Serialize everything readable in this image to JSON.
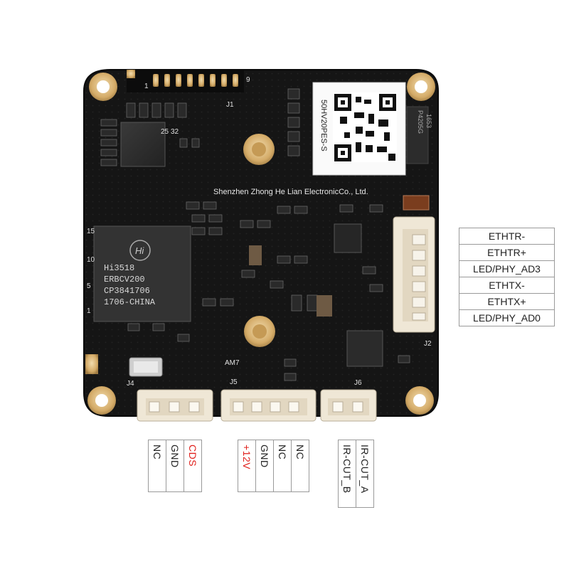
{
  "board": {
    "brand_text": "Shenzhen Zhong He Lian ElectronicCo., Ltd.",
    "soc_label_lines": [
      "Hi3518",
      "ERBCV200",
      "CP3841706",
      "1706-CHINA"
    ],
    "qr_caption": "50HV20PES-S",
    "connector_labels": [
      "J1",
      "J2",
      "J4",
      "J5",
      "J6"
    ],
    "silk_numbers": [
      "9",
      "1",
      "15",
      "10",
      "5",
      "1",
      "25",
      "32"
    ],
    "side_chip_text": [
      "P4205G",
      "1653"
    ],
    "small_chip_text": "AM7"
  },
  "right_pinout": [
    "ETHTR-",
    "ETHTR+",
    "LED/PHY_AD3",
    "ETHTX-",
    "ETHTX+",
    "LED/PHY_AD0"
  ],
  "j4_pinout": [
    {
      "label": "NC",
      "color": "#222222"
    },
    {
      "label": "GND",
      "color": "#222222"
    },
    {
      "label": "CDS",
      "color": "#e0201c"
    }
  ],
  "j5_pinout": [
    {
      "label": "+12V",
      "color": "#e0201c"
    },
    {
      "label": "GND",
      "color": "#222222"
    },
    {
      "label": "NC",
      "color": "#222222"
    },
    {
      "label": "NC",
      "color": "#222222"
    }
  ],
  "j6_pinout": [
    {
      "label": "IR-CUT_B",
      "color": "#222222"
    },
    {
      "label": "IR-CUT_A",
      "color": "#222222"
    }
  ],
  "colors": {
    "pcb": "#151515",
    "gold": "#d9b57a",
    "connector": "#efe7d6",
    "accent_red": "#e0201c"
  }
}
